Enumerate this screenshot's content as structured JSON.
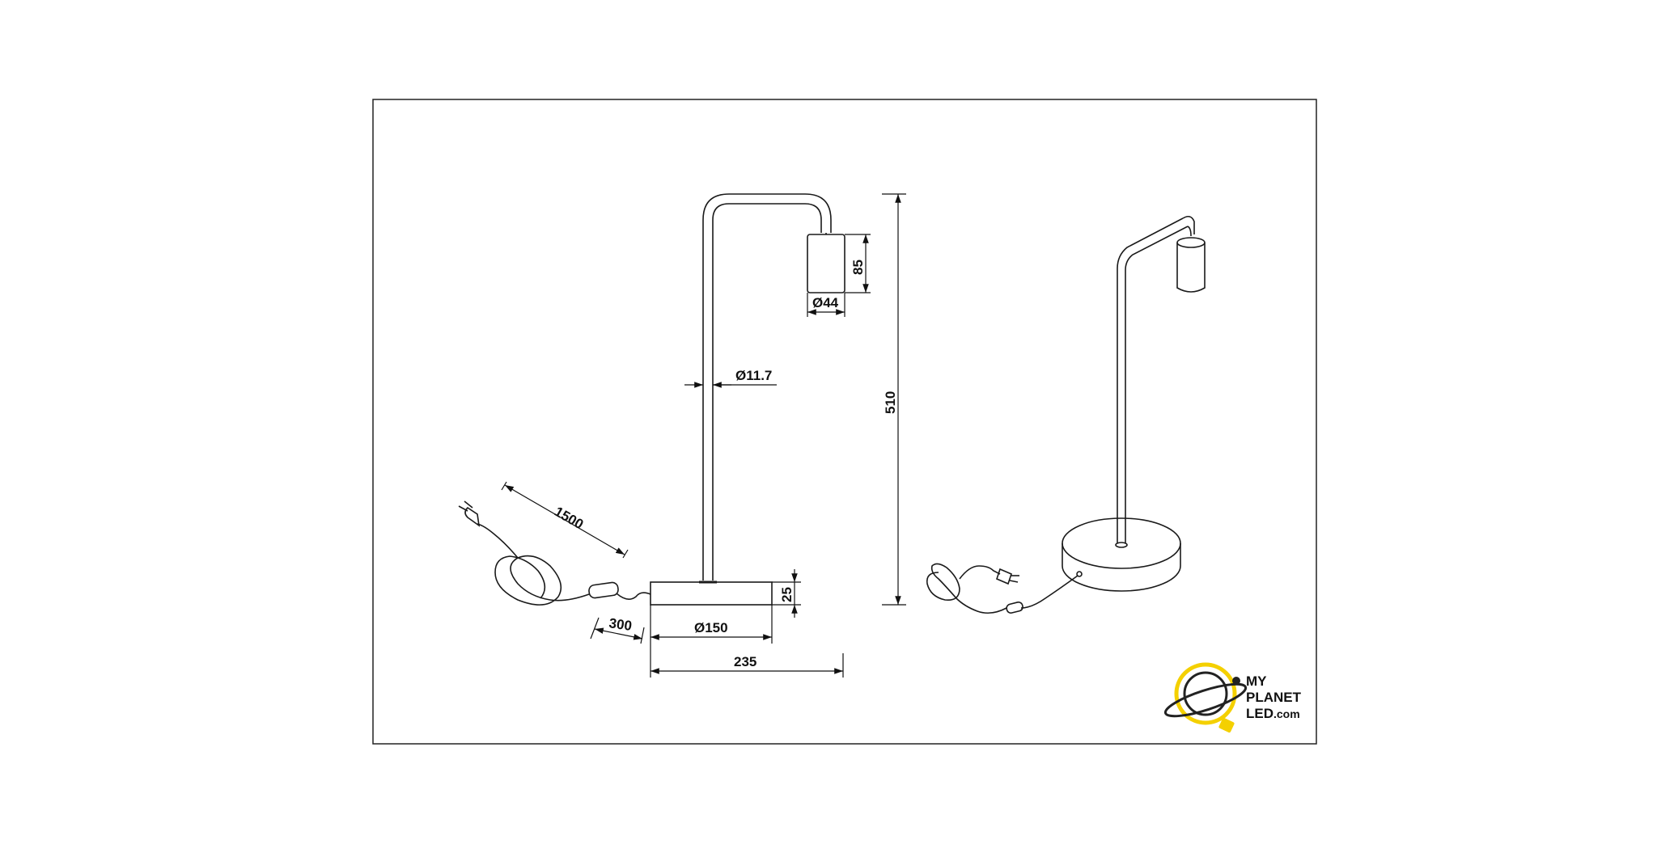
{
  "drawing": {
    "dimensions": {
      "shade_height": "85",
      "shade_diameter": "Ø44",
      "rod_diameter": "Ø11.7",
      "total_height": "510",
      "cable_length": "1500",
      "base_height": "25",
      "switch_distance": "300",
      "base_diameter": "Ø150",
      "total_width": "235"
    }
  },
  "logo": {
    "line1": "MY",
    "line2": "PLANET",
    "line3": "LED",
    "line3_suffix": ".com",
    "accent_color": "#f4d000"
  },
  "colors": {
    "line": "#1a1a1a",
    "border": "#222222",
    "background": "#ffffff"
  }
}
